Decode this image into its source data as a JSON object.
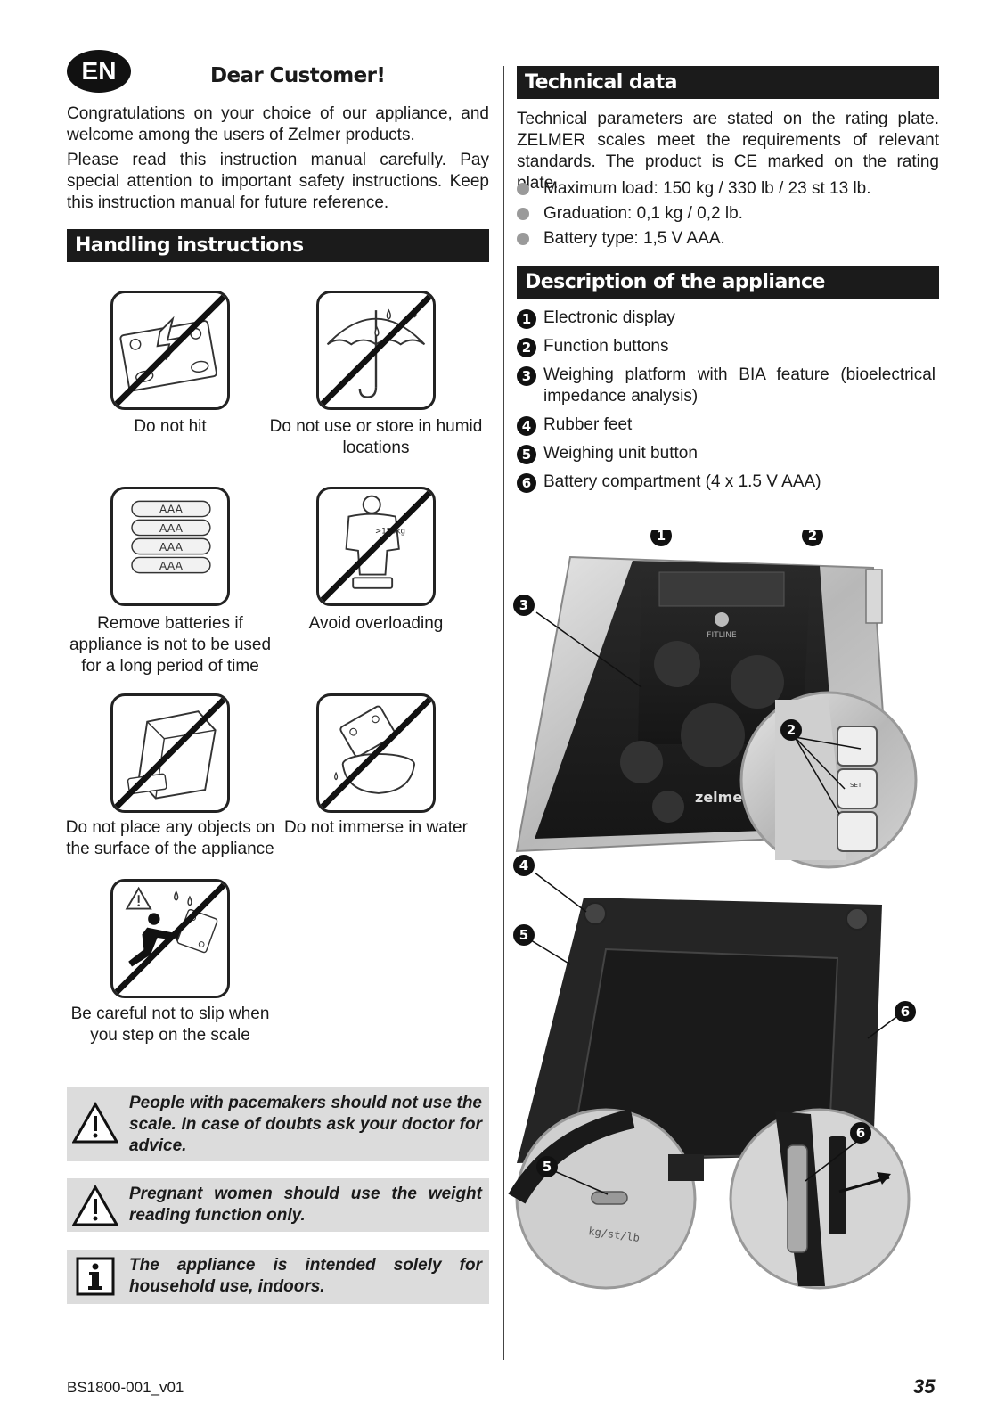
{
  "header": {
    "lang_badge": "EN",
    "title": "Dear Customer!"
  },
  "intro": {
    "p1": "Congratulations on your choice of our appliance, and welcome among the users of Zelmer products.",
    "p2": "Please read this instruction manual carefully. Pay special attention to important safety instructions. Keep this instruction manual for future reference."
  },
  "handling": {
    "heading": "Handling instructions",
    "items": [
      {
        "caption": "Do not hit",
        "icon": "no-hit-icon"
      },
      {
        "caption": "Do not use or store in humid locations",
        "icon": "no-humid-icon"
      },
      {
        "caption": "Remove batteries if appliance is not to be used for a long period of time",
        "icon": "batteries-icon",
        "battery_label": "AAA"
      },
      {
        "caption": "Avoid overloading",
        "icon": "no-overload-icon",
        "overload_label": ">150kg"
      },
      {
        "caption": "Do not place any objects on the surface of the appliance",
        "icon": "no-objects-icon"
      },
      {
        "caption": "Do not immerse in water",
        "icon": "no-immerse-icon"
      },
      {
        "caption": "Be careful not to slip when you step on the scale",
        "icon": "no-slip-icon"
      }
    ]
  },
  "notices": [
    {
      "type": "warning",
      "icon": "warning-triangle-icon",
      "text": "People with pacemakers should not use the scale. In case of doubts ask your doctor for advice."
    },
    {
      "type": "warning",
      "icon": "warning-triangle-icon",
      "text": "Pregnant women should use the weight reading function only."
    },
    {
      "type": "info",
      "icon": "info-icon",
      "text": "The appliance is intended solely for household use, indoors."
    }
  ],
  "technical": {
    "heading": "Technical data",
    "paragraph": "Technical parameters are stated on the rating plate. ZELMER scales meet the requirements of relevant standards. The product is CE marked on the rating plate.",
    "bullets": [
      "Maximum load: 150 kg / 330 lb / 23 st 13 lb.",
      "Graduation: 0,1 kg / 0,2 lb.",
      "Battery type: 1,5 V AAA."
    ]
  },
  "description": {
    "heading": "Description of the appliance",
    "items": [
      {
        "num": "1",
        "text": "Electronic display"
      },
      {
        "num": "2",
        "text": "Function buttons"
      },
      {
        "num": "3",
        "text": "Weighing platform with BIA feature (bioelectrical impedance analysis)"
      },
      {
        "num": "4",
        "text": "Rubber feet"
      },
      {
        "num": "5",
        "text": "Weighing unit button"
      },
      {
        "num": "6",
        "text": "Battery compartment (4 x 1.5 V AAA)"
      }
    ]
  },
  "figure": {
    "brand_label": "zelmer",
    "line_label": "FITLINE",
    "set_label": "SET",
    "unit_switch_label": "kg/st/lb",
    "callouts": [
      "1",
      "2",
      "3",
      "2",
      "4",
      "5",
      "6",
      "5",
      "6"
    ]
  },
  "footer": {
    "doc_code": "BS1800-001_v01",
    "page_number": "35"
  }
}
